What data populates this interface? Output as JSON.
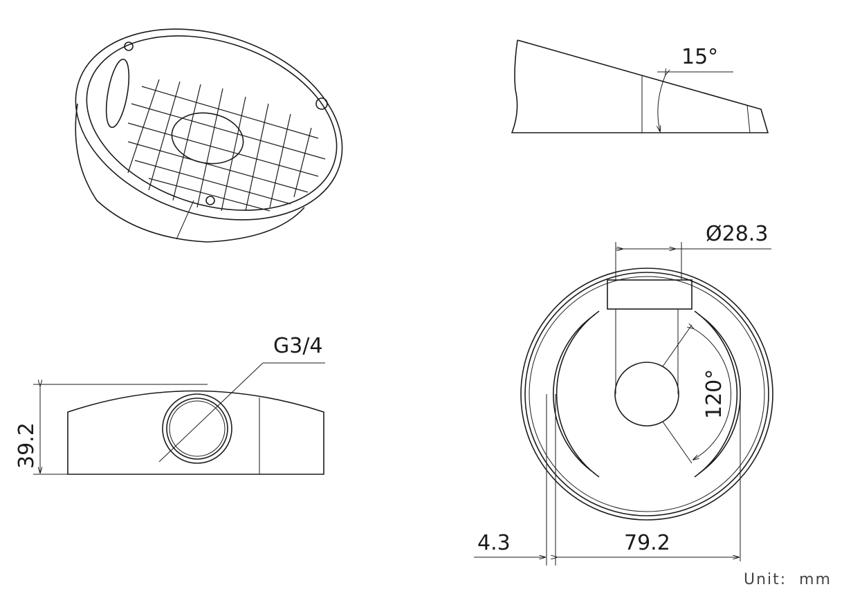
{
  "dimensions": {
    "angle_side": "15°",
    "diameter_top": "Ø28.3",
    "thread": "G3/4",
    "height": "39.2",
    "angle_bottom": "120°",
    "offset": "4.3",
    "width": "79.2"
  },
  "unit_label": "Unit:  mm"
}
